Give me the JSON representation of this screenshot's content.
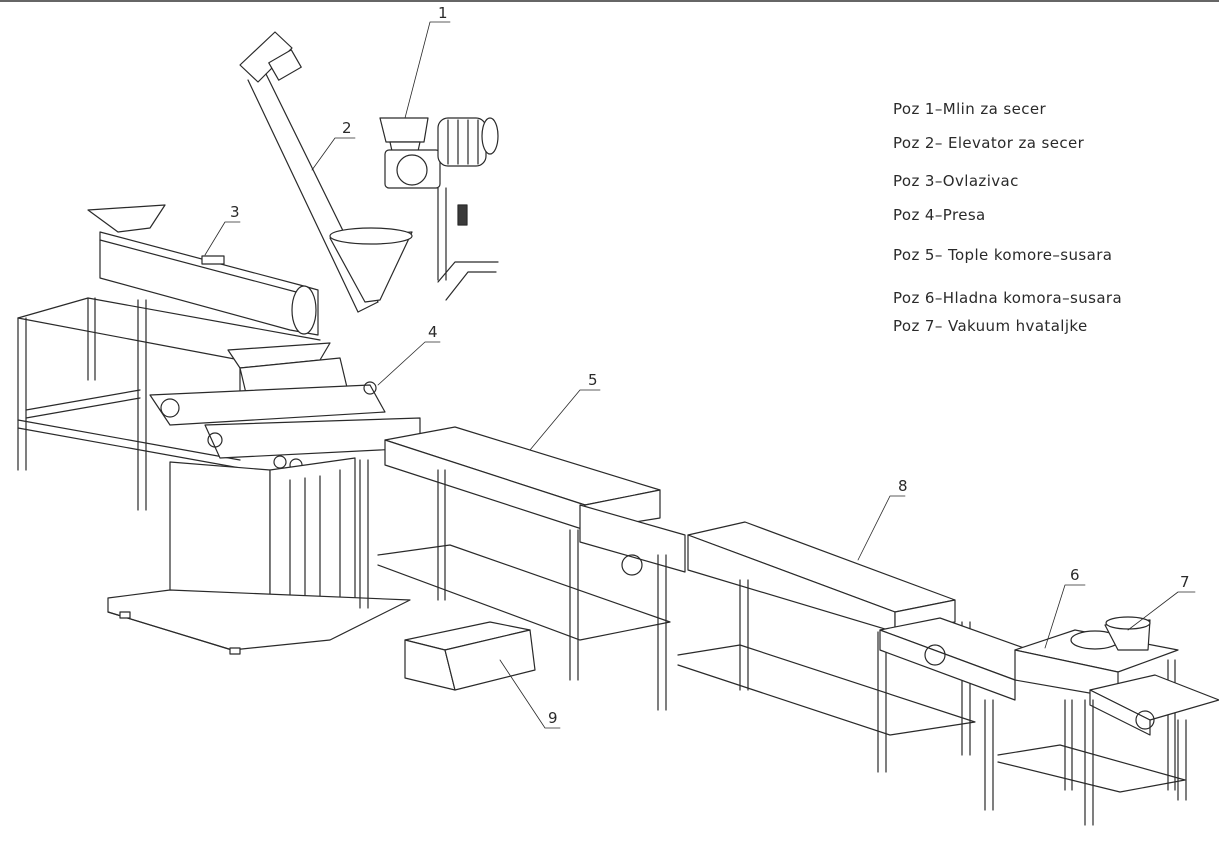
{
  "legend": [
    "Poz 1–Mlin za secer",
    "Poz 2– Elevator za secer",
    "Poz 3–Ovlazivac",
    "Poz 4–Presa",
    "Poz 5– Tople komore–susara",
    "Poz 6–Hladna komora–susara",
    "Poz 7– Vakuum hvataljke"
  ],
  "callouts": [
    "1",
    "2",
    "3",
    "4",
    "5",
    "6",
    "7",
    "8",
    "9"
  ]
}
